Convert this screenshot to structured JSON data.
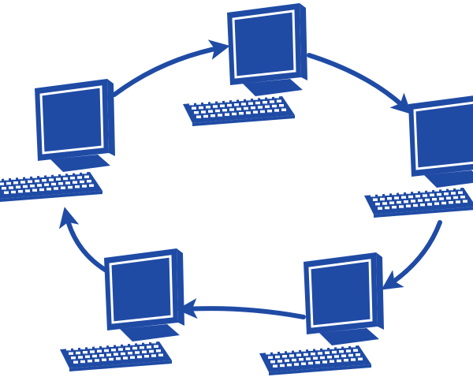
{
  "diagram": {
    "type": "ring-network",
    "colors": {
      "primary": "#1F4BA5",
      "highlight": "#ffffff",
      "background": "#ffffff"
    },
    "nodes": [
      {
        "id": "computer-top",
        "icon": "desktop-computer-icon"
      },
      {
        "id": "computer-right",
        "icon": "desktop-computer-icon"
      },
      {
        "id": "computer-bottom-right",
        "icon": "desktop-computer-icon"
      },
      {
        "id": "computer-bottom-left",
        "icon": "desktop-computer-icon"
      },
      {
        "id": "computer-left",
        "icon": "desktop-computer-icon"
      }
    ],
    "connections": [
      {
        "from": "computer-left",
        "to": "computer-top",
        "icon": "arrow-icon"
      },
      {
        "from": "computer-top",
        "to": "computer-right",
        "icon": "arrow-icon"
      },
      {
        "from": "computer-right",
        "to": "computer-bottom-right",
        "icon": "arrow-icon"
      },
      {
        "from": "computer-bottom-right",
        "to": "computer-bottom-left",
        "icon": "arrow-icon"
      },
      {
        "from": "computer-bottom-left",
        "to": "computer-left",
        "icon": "arrow-icon"
      }
    ]
  }
}
